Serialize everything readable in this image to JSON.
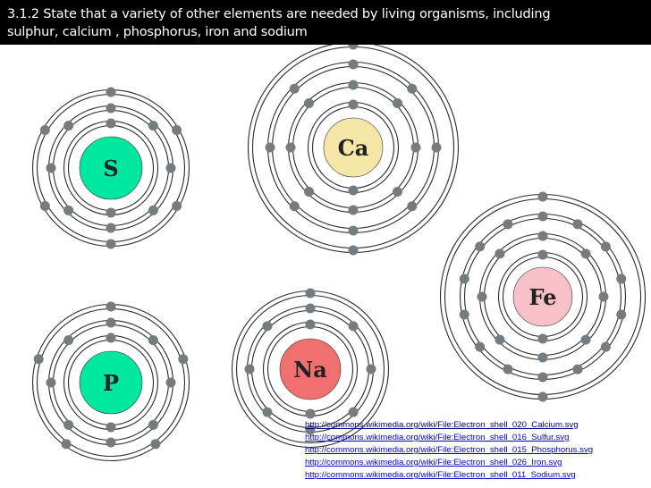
{
  "title": {
    "line1": "3.1.2 State that a variety of other elements are needed by living organisms, including",
    "line2": "sulphur, calcium , phosphorus, iron and sodium"
  },
  "atoms": [
    {
      "symbol": "Ca",
      "name": "calcium",
      "shells": [
        2,
        8,
        8,
        2
      ],
      "nucleus_color": "#f6e6a8"
    },
    {
      "symbol": "S",
      "name": "sulfur",
      "shells": [
        2,
        8,
        6
      ],
      "nucleus_color": "#00e8a0"
    },
    {
      "symbol": "Fe",
      "name": "iron",
      "shells": [
        2,
        8,
        14,
        2
      ],
      "nucleus_color": "#f8c0c8"
    },
    {
      "symbol": "P",
      "name": "phosphorus",
      "shells": [
        2,
        8,
        5
      ],
      "nucleus_color": "#00e8a0"
    },
    {
      "symbol": "Na",
      "name": "sodium",
      "shells": [
        2,
        8,
        1
      ],
      "nucleus_color": "#f07070"
    }
  ],
  "links": [
    "http://commons.wikimedia.org/wiki/File:Electron_shell_020_Calcium.svg",
    "http://commons.wikimedia.org/wiki/File:Electron_shell_016_Sulfur.svg",
    "http://commons.wikimedia.org/wiki/File:Electron_shell_015_Phosphorus.svg",
    "http://commons.wikimedia.org/wiki/File:Electron_shell_026_Iron.svg",
    "http://commons.wikimedia.org/wiki/File:Electron_shell_011_Sodium.svg"
  ],
  "colors": {
    "electron": "#747c80",
    "shell": "#2a2a2a"
  }
}
